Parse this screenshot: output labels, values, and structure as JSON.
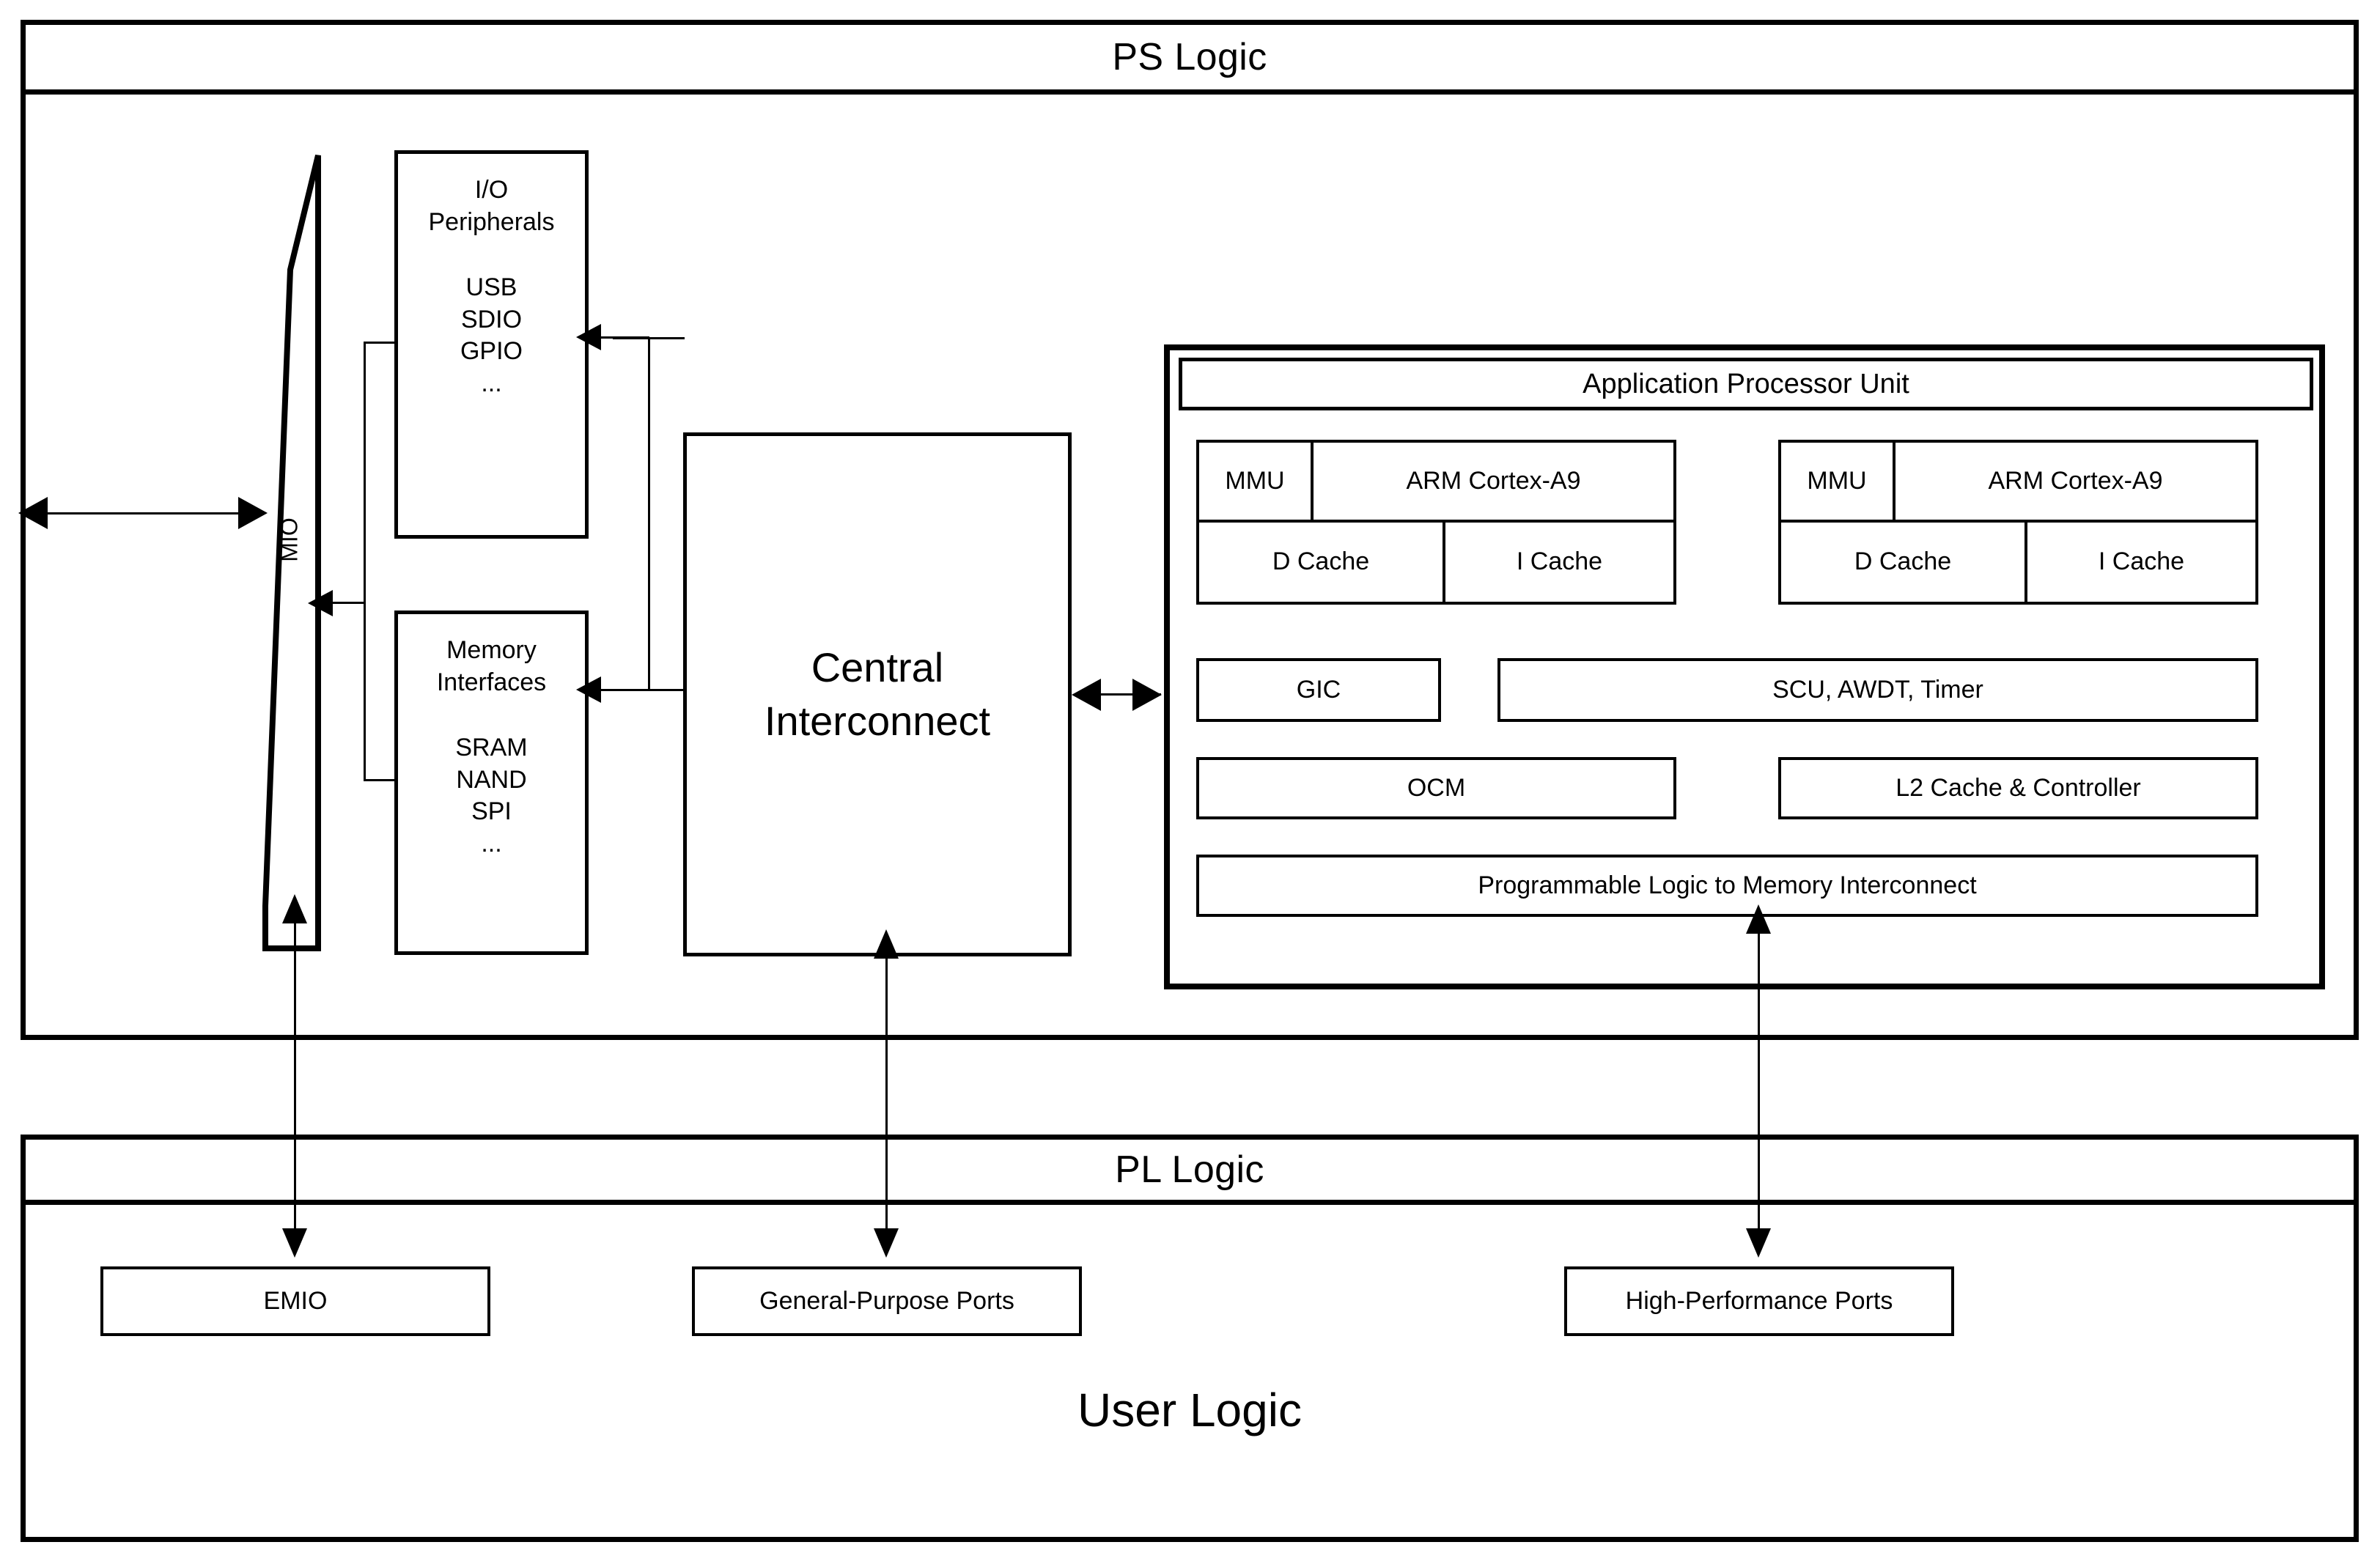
{
  "diagram": {
    "title_ps": "PS Logic",
    "title_pl": "PL Logic",
    "title_user": "User Logic"
  },
  "ps": {
    "mio": {
      "label": "MIO"
    },
    "io_peripherals": {
      "title_line1": "I/O",
      "title_line2": "Peripherals",
      "items": [
        "USB",
        "SDIO",
        "GPIO",
        "..."
      ]
    },
    "memory_interfaces": {
      "title_line1": "Memory",
      "title_line2": "Interfaces",
      "items": [
        "SRAM",
        "NAND",
        "SPI",
        "..."
      ]
    },
    "central_interconnect": {
      "line1": "Central",
      "line2": "Interconnect"
    },
    "apu": {
      "title": "Application Processor Unit",
      "core_left": {
        "mmu": "MMU",
        "cpu": "ARM Cortex-A9",
        "d_cache": "D Cache",
        "i_cache": "I Cache"
      },
      "core_right": {
        "mmu": "MMU",
        "cpu": "ARM Cortex-A9",
        "d_cache": "D Cache",
        "i_cache": "I Cache"
      },
      "gic": "GIC",
      "scu": "SCU, AWDT, Timer",
      "ocm": "OCM",
      "l2": "L2 Cache & Controller",
      "pl_to_mem": "Programmable Logic to Memory Interconnect"
    }
  },
  "pl": {
    "ports": [
      {
        "label": "EMIO"
      },
      {
        "label": "General-Purpose Ports"
      },
      {
        "label": "High-Performance Ports"
      }
    ]
  },
  "colors": {
    "stroke": "#000000",
    "background": "#ffffff"
  }
}
